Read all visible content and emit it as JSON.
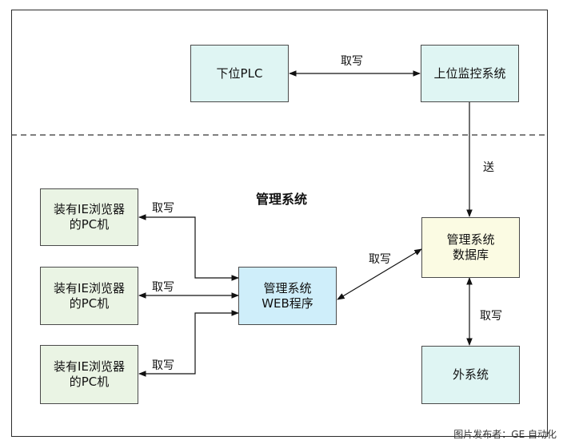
{
  "nodes": {
    "lower_plc": "下位PLC",
    "upper_monitor": "上位监控系统",
    "mgmt_db": "管理系统\n数据库",
    "mgmt_web": "管理系统\nWEB程序",
    "ext_system": "外系统",
    "pc1": "装有IE浏览器\n的PC机",
    "pc2": "装有IE浏览器\n的PC机",
    "pc3": "装有IE浏览器\n的PC机"
  },
  "labels": {
    "plc_link": "取写",
    "send": "送",
    "web_db_link": "取写",
    "db_ext_link": "取写",
    "pc1_link": "取写",
    "pc2_link": "取写",
    "pc3_link": "取写"
  },
  "section_title": "管理系统",
  "credit": "图片发布者：GE 自动化",
  "colors": {
    "cyan_box": "#dff5f3",
    "green_box": "#eaf4e4",
    "cream_box": "#fbfbe3",
    "blue_box": "#cfeefa"
  }
}
